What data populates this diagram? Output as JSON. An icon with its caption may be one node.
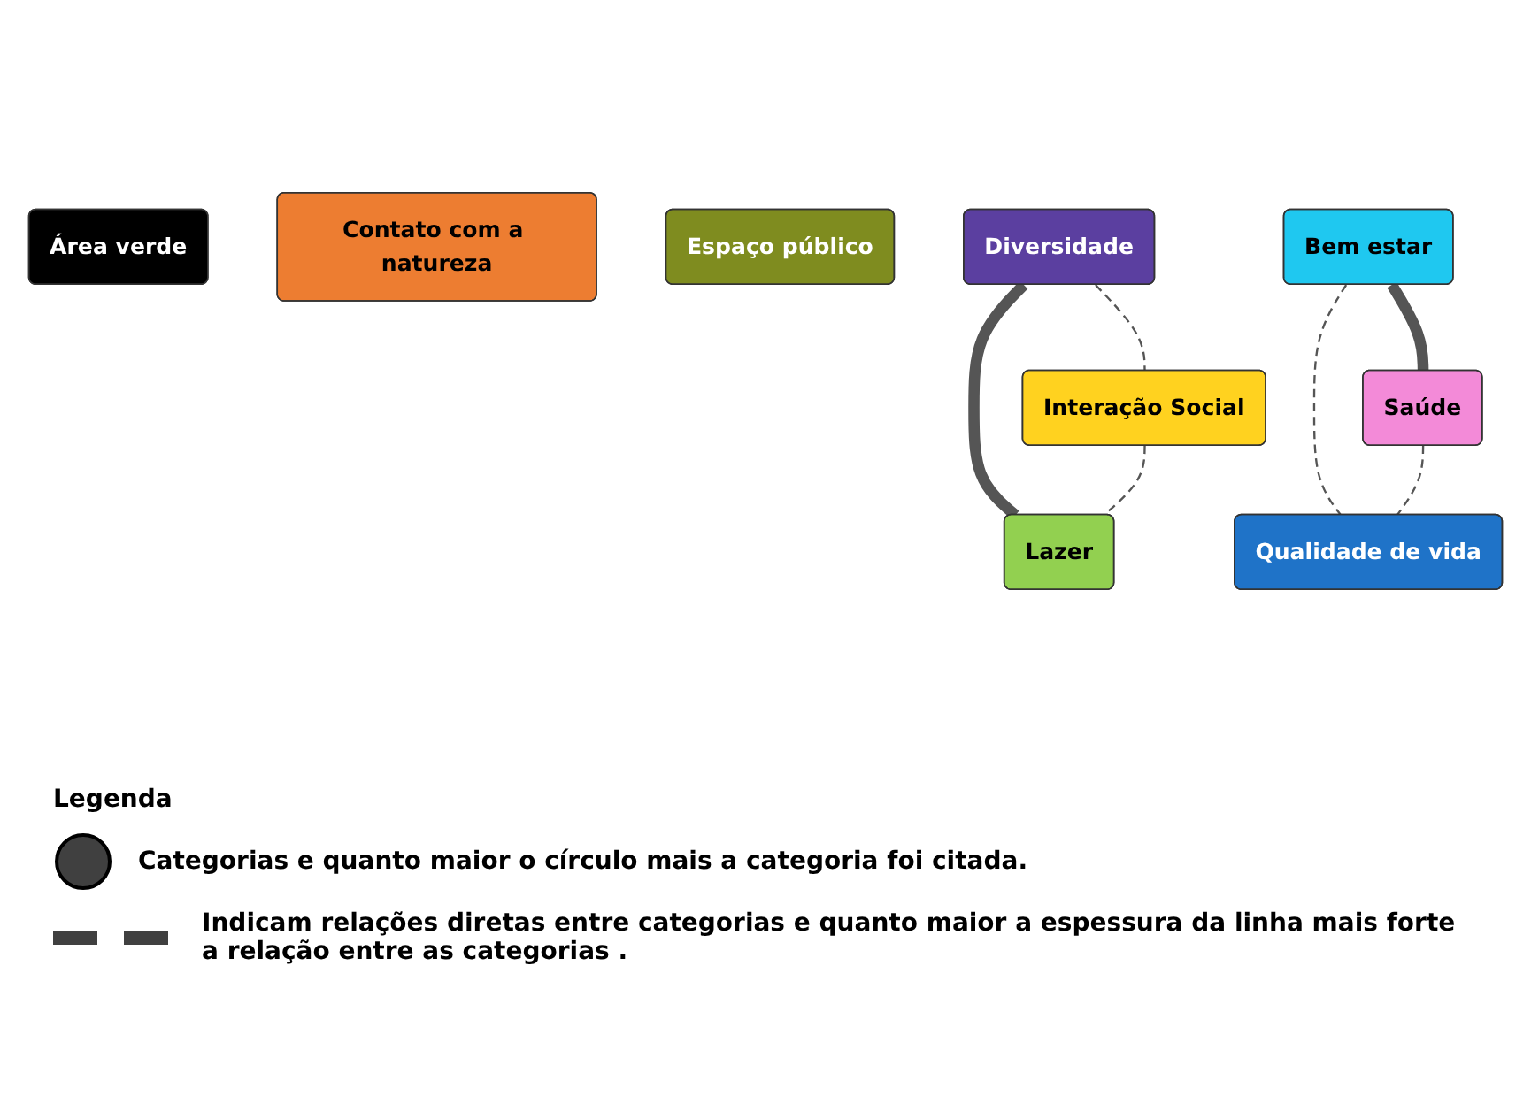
{
  "diagram": {
    "nodes": [
      {
        "text": [
          "Área verde"
        ]
      },
      {
        "text": [
          "Contato com a natureza"
        ]
      },
      {
        "text": [
          "Espaço público"
        ]
      },
      {
        "text": [
          "Diversidade"
        ]
      },
      {
        "text": [
          "Interação Social"
        ]
      },
      {
        "text": [
          "Bem estar"
        ]
      },
      {
        "text": [
          "Lazer"
        ]
      },
      {
        "text": [
          "Saúde"
        ]
      },
      {
        "text": [
          "Qualidade de vida"
        ]
      }
    ],
    "edges": [
      {
        "from": 3,
        "to": 4,
        "arrow": "none",
        "style": "dashed"
      },
      {
        "from": 3,
        "to": 6,
        "arrow": "none",
        "style": "thick"
      },
      {
        "from": 4,
        "to": 6,
        "arrow": "none",
        "style": "dashed"
      },
      {
        "from": 5,
        "to": 7,
        "arrow": "none",
        "style": "thick"
      },
      {
        "from": 5,
        "to": 8,
        "arrow": "none",
        "style": "dashed"
      },
      {
        "from": 7,
        "to": 8,
        "arrow": "none",
        "style": "dashed"
      }
    ],
    "labels": [
      "Legenda"
    ],
    "legend": [
      {
        "text": "Categorias e quanto maior o círculo mais a categoria foi citada."
      },
      {
        "text": "Indicam relações diretas entre categorias e quanto maior a espessura da linha mais forte a relação entre as categorias ."
      }
    ]
  }
}
